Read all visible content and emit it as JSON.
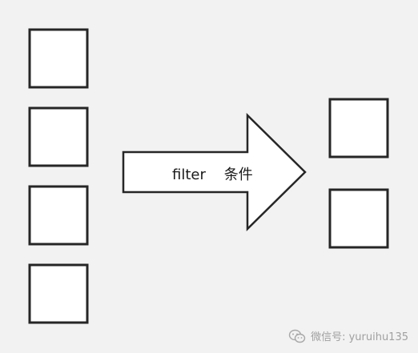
{
  "diagram": {
    "input_box_count": 4,
    "output_box_count": 2,
    "arrow_label": "filter    条件"
  },
  "watermark": {
    "icon": "wechat-icon",
    "text": "微信号: yuruihu135"
  },
  "colors": {
    "background": "#f2f2f2",
    "stroke": "#262626",
    "fill": "#ffffff",
    "watermark": "#a0a0a0"
  }
}
